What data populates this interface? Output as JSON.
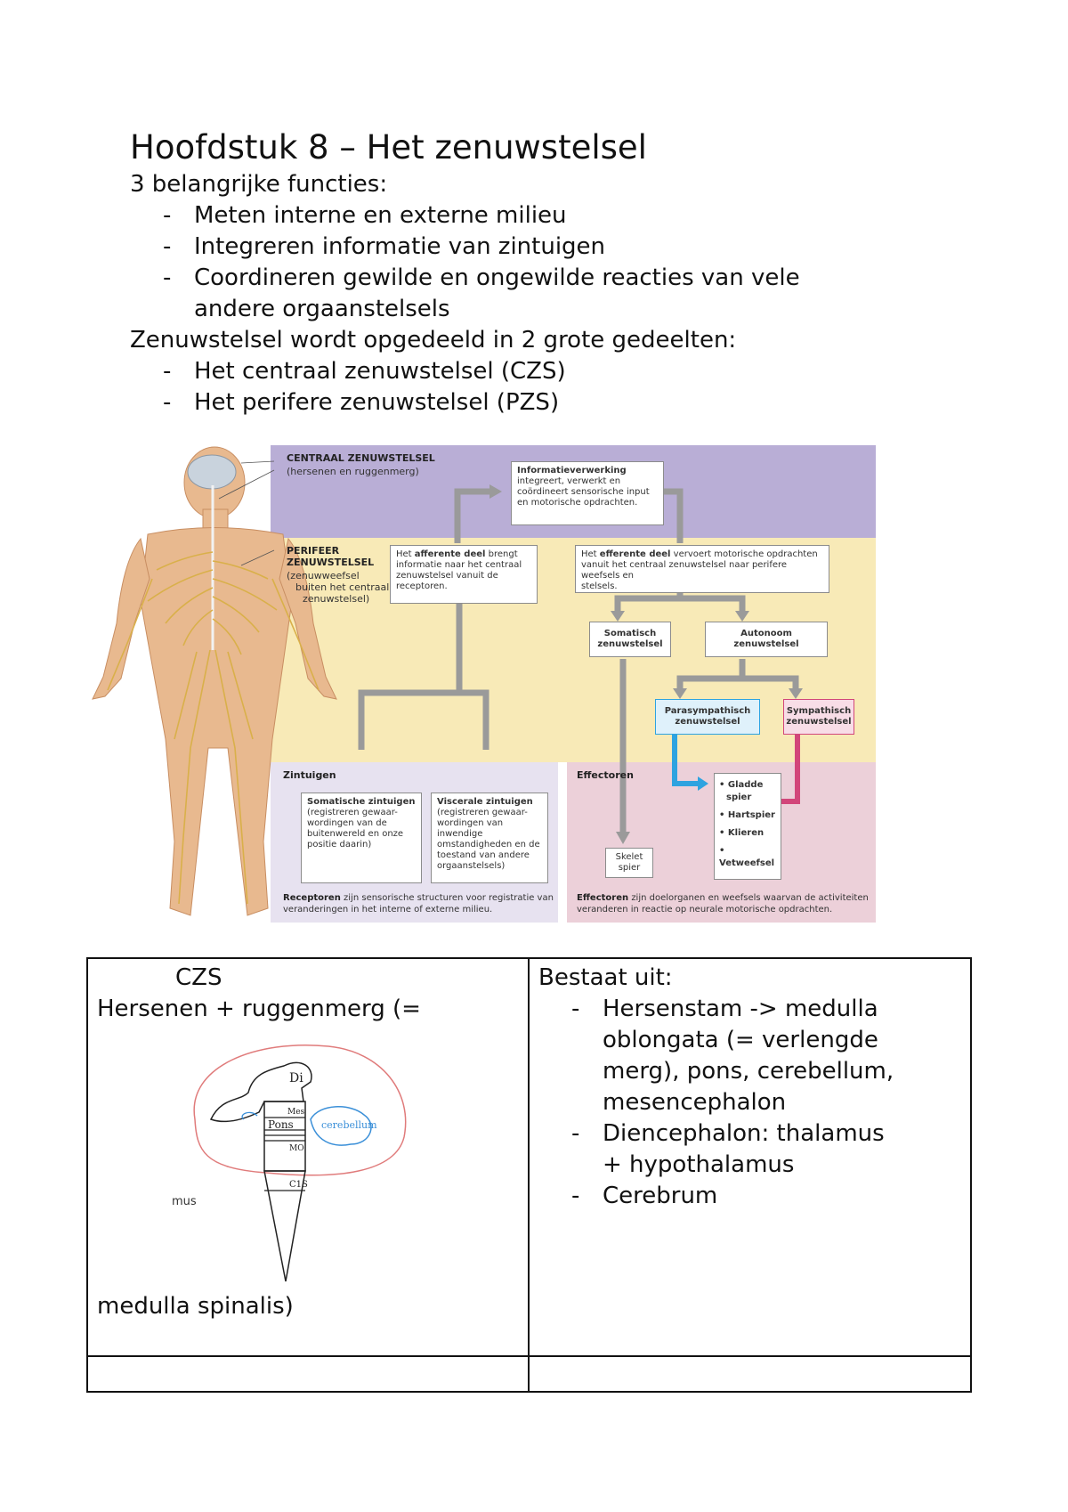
{
  "document": {
    "title": "Hoofdstuk 8 – Het zenuwstelsel",
    "intro": "3 belangrijke functies:",
    "functions": [
      "Meten interne en externe milieu",
      "Integreren informatie van zintuigen",
      "Coordineren gewilde en ongewilde reacties van vele",
      "andere orgaanstelsels"
    ],
    "division_intro": "Zenuwstelsel wordt opgedeeld in 2 grote gedeelten:",
    "divisions": [
      "Het centraal zenuwstelsel (CZS)",
      "Het perifere zenuwstelsel (PZS)"
    ],
    "bullet_dash": "-"
  },
  "figure": {
    "colors": {
      "czs_band": "#b9aed6",
      "pzs_band": "#f8eab7",
      "zintuigen_band": "#e7e2f0",
      "effectoren_band": "#ecd0d9",
      "arrow": "#9a9a9a",
      "parasym": "#2ea3e0",
      "sym": "#d2467a",
      "skin": "#e8b98f",
      "nerve": "#d9b04a"
    },
    "czs_title": "CENTRAAL ZENUWSTELSEL",
    "czs_sub": "(hersenen en ruggenmerg)",
    "pzs_title_1": "PERIFEER",
    "pzs_title_2": "ZENUWSTELSEL",
    "pzs_sub_1": "(zenuwweefsel",
    "pzs_sub_2": "buiten het centraal",
    "pzs_sub_3": "zenuwstelsel)",
    "info_title": "Informatieverwerking",
    "info_body_1": "integreert, verwerkt en",
    "info_body_2": "coördineert sensorische input",
    "info_body_3": "en motorische opdrachten.",
    "afferent_1a": "Het",
    "afferent_1b": "afferente deel",
    "afferent_1c": "brengt",
    "afferent_2": "informatie naar het centraal",
    "afferent_3": "zenuwstelsel vanuit de",
    "afferent_4": "receptoren.",
    "efferent_1a": "Het",
    "efferent_1b": "efferente deel",
    "efferent_1c": "vervoert motorische opdrachten",
    "efferent_2": "vanuit het centraal zenuwstelsel naar perifere weefsels en",
    "efferent_3": "stelsels.",
    "somatisch_1": "Somatisch",
    "somatisch_2": "zenuwstelsel",
    "autonoom_1": "Autonoom",
    "autonoom_2": "zenuwstelsel",
    "parasym_1": "Parasympathisch",
    "parasym_2": "zenuwstelsel",
    "sym_1": "Sympathisch",
    "sym_2": "zenuwstelsel",
    "zintuigen_title": "Zintuigen",
    "effectoren_title": "Effectoren",
    "som_zin_title": "Somatische zintuigen",
    "som_zin_1": "(registreren gewaar-",
    "som_zin_2": "wordingen van de",
    "som_zin_3": "buitenwereld en onze",
    "som_zin_4": "positie daarin)",
    "vis_zin_title": "Viscerale zintuigen",
    "vis_zin_1": "(registreren gewaar-",
    "vis_zin_2": "wordingen van inwendige",
    "vis_zin_3": "omstandigheden en de",
    "vis_zin_4": "toestand van andere",
    "vis_zin_5": "orgaanstelsels)",
    "skelet_1": "Skelet",
    "skelet_2": "spier",
    "eff_items": [
      "• Gladde",
      "spier",
      "• Hartspier",
      "• Klieren",
      "• Vetweefsel"
    ],
    "receptoren_bold": "Receptoren",
    "receptoren_1": "zijn sensorische structuren voor registratie van",
    "receptoren_2": "veranderingen in het interne of externe milieu.",
    "effectoren_bold": "Effectoren",
    "effectoren_1": "zijn doelorganen en weefsels waarvan de activiteiten",
    "effectoren_2": "veranderen in reactie op neurale motorische opdrachten."
  },
  "table": {
    "left": {
      "label": "CZS",
      "line1": "Hersenen + ruggenmerg (=",
      "line2": "medulla spinalis)",
      "sketch_mus": "mus",
      "sketch_labels": [
        "Di",
        "Mes",
        "Pons",
        "cerebellum",
        "MO",
        "C1S"
      ]
    },
    "right": {
      "heading": "Bestaat uit:",
      "items": [
        "Hersenstam -> medulla",
        "oblongata (= verlengde",
        "merg), pons, cerebellum,",
        "mesencephalon",
        "Diencephalon: thalamus",
        "+ hypothalamus",
        "Cerebrum"
      ]
    }
  }
}
